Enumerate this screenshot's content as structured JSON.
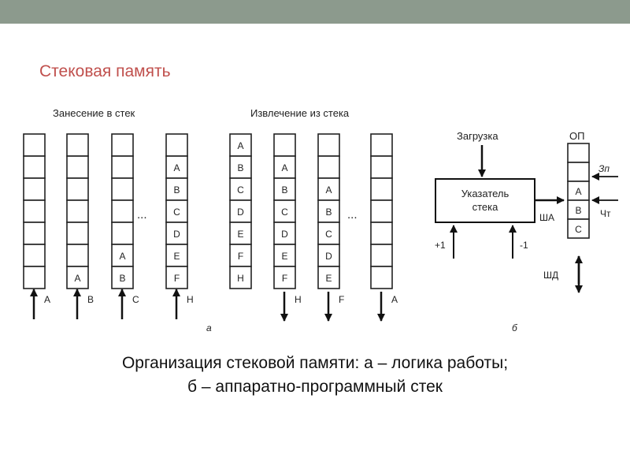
{
  "title": "Стековая память",
  "diagram_a": {
    "push_heading": "Занесение в стек",
    "pop_heading": "Извлечение из стека",
    "ellipsis": "...",
    "label": "а",
    "stacks": [
      {
        "cells": [
          "",
          "",
          "",
          "",
          "",
          "",
          ""
        ],
        "arrow": "up",
        "arrow_label": "A"
      },
      {
        "cells": [
          "",
          "",
          "",
          "",
          "",
          "",
          "A"
        ],
        "arrow": "up",
        "arrow_label": "B"
      },
      {
        "cells": [
          "",
          "",
          "",
          "",
          "",
          "A",
          "B"
        ],
        "arrow": "up",
        "arrow_label": "C"
      },
      {
        "cells": [
          "",
          "A",
          "B",
          "C",
          "D",
          "E",
          "F"
        ],
        "arrow": "up",
        "arrow_label": "H"
      },
      {
        "cells": [
          "A",
          "B",
          "C",
          "D",
          "E",
          "F",
          "H"
        ],
        "arrow": "none",
        "arrow_label": ""
      },
      {
        "cells": [
          "",
          "A",
          "B",
          "C",
          "D",
          "E",
          "F"
        ],
        "arrow": "down",
        "arrow_label": "H"
      },
      {
        "cells": [
          "",
          "",
          "A",
          "B",
          "C",
          "D",
          "E"
        ],
        "arrow": "down",
        "arrow_label": "F"
      },
      {
        "cells": [
          "",
          "",
          "",
          "",
          "",
          "",
          ""
        ],
        "arrow": "down",
        "arrow_label": "A"
      }
    ]
  },
  "diagram_b": {
    "load_label": "Загрузка",
    "pointer_label_line1": "Указатель",
    "pointer_label_line2": "стека",
    "plus_label": "+1",
    "minus_label": "-1",
    "address_bus_label": "ША",
    "data_bus_label": "ШД",
    "memory_label": "ОП",
    "write_label": "Зп",
    "read_label": "Чт",
    "cells": [
      "",
      "",
      "A",
      "B",
      "C"
    ],
    "label": "б"
  },
  "caption": {
    "line1": "Организация стековой памяти: а – логика работы;",
    "line2": "б – аппаратно-программный стек"
  }
}
